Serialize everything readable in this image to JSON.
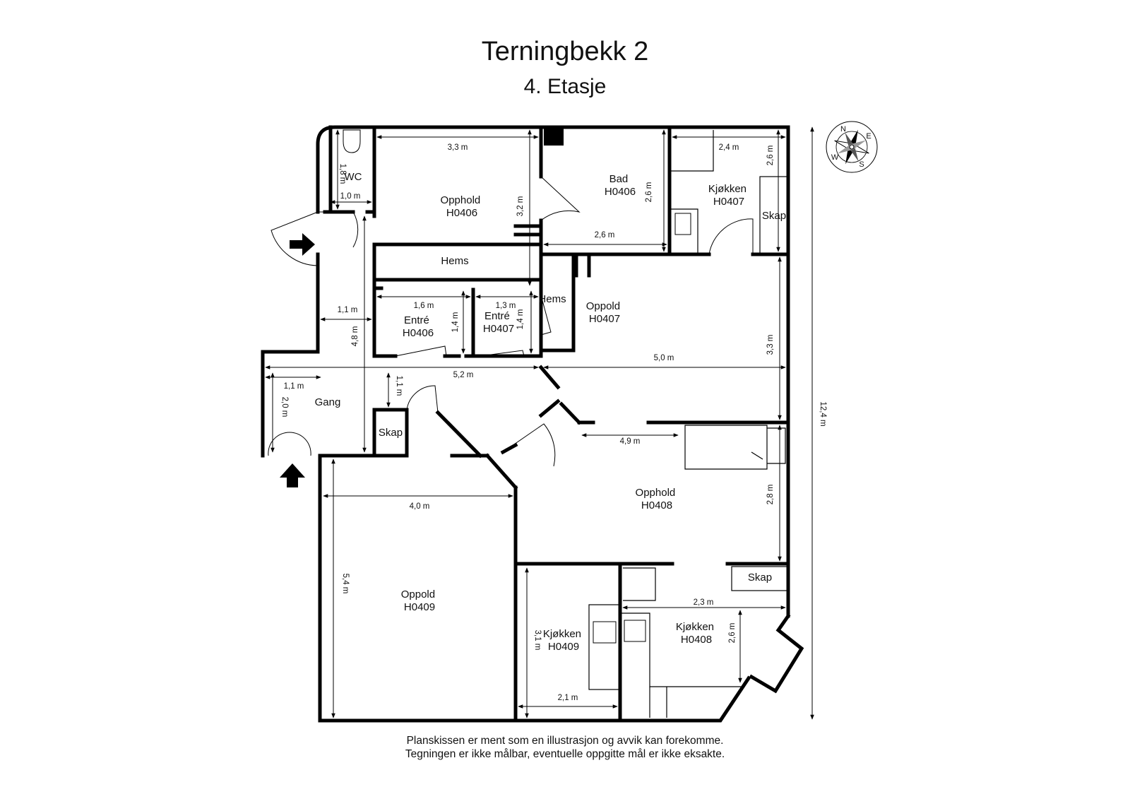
{
  "header": {
    "title": "Terningbekk 2",
    "subtitle": "4. Etasje"
  },
  "rooms": {
    "wc": "WC",
    "opphold_h0406": [
      "Opphold",
      "H0406"
    ],
    "bad_h0406": [
      "Bad",
      "H0406"
    ],
    "kjokken_h0407": [
      "Kjøkken",
      "H0407"
    ],
    "skap_k0407": "Skap",
    "hems_a": "Hems",
    "hems_b": "Hems",
    "entre_h0406": [
      "Entré",
      "H0406"
    ],
    "entre_h0407": [
      "Entré",
      "H0407"
    ],
    "oppold_h0407": [
      "Oppold",
      "H0407"
    ],
    "gang": "Gang",
    "skap_gang": "Skap",
    "opphold_h0408": [
      "Opphold",
      "H0408"
    ],
    "oppold_h0409": [
      "Oppold",
      "H0409"
    ],
    "kjokken_h0409": [
      "Kjøkken",
      "H0409"
    ],
    "kjokken_h0408": [
      "Kjøkken",
      "H0408"
    ],
    "skap_k0408": "Skap"
  },
  "dimensions": {
    "d_3_3_top": "3,3 m",
    "d_3_2": "3,2 m",
    "d_1_8": "1,8 m",
    "d_1_0": "1,0 m",
    "d_2_6_bad_v": "2,6 m",
    "d_2_6_bad_h": "2,6 m",
    "d_2_4": "2,4 m",
    "d_2_6_kj_v": "2,6 m",
    "d_1_1_hall": "1,1 m",
    "d_4_8": "4,8 m",
    "d_1_6": "1,6 m",
    "d_1_4_a": "1,4 m",
    "d_1_3": "1,3 m",
    "d_1_4_b": "1,4 m",
    "d_3_3_right": "3,3 m",
    "d_5_0": "5,0 m",
    "d_1_1_gang": "1,1 m",
    "d_5_2": "5,2 m",
    "d_1_1_b": "1,1 m",
    "d_2_0": "2,0 m",
    "d_4_9": "4,9 m",
    "d_4_0": "4,0 m",
    "d_2_8": "2,8 m",
    "d_5_4": "5,4 m",
    "d_2_3": "2,3 m",
    "d_2_6_k0408": "2,6 m",
    "d_3_1": "3,1 m",
    "d_2_1": "2,1 m",
    "d_12_4": "12,4 m"
  },
  "compass": {
    "n": "N",
    "e": "E",
    "s": "S",
    "w": "W"
  },
  "footer": {
    "line1": "Planskissen er ment som en illustrasjon og avvik kan forekomme.",
    "line2": "Tegningen er ikke målbar, eventuelle oppgitte mål er ikke eksakte."
  }
}
